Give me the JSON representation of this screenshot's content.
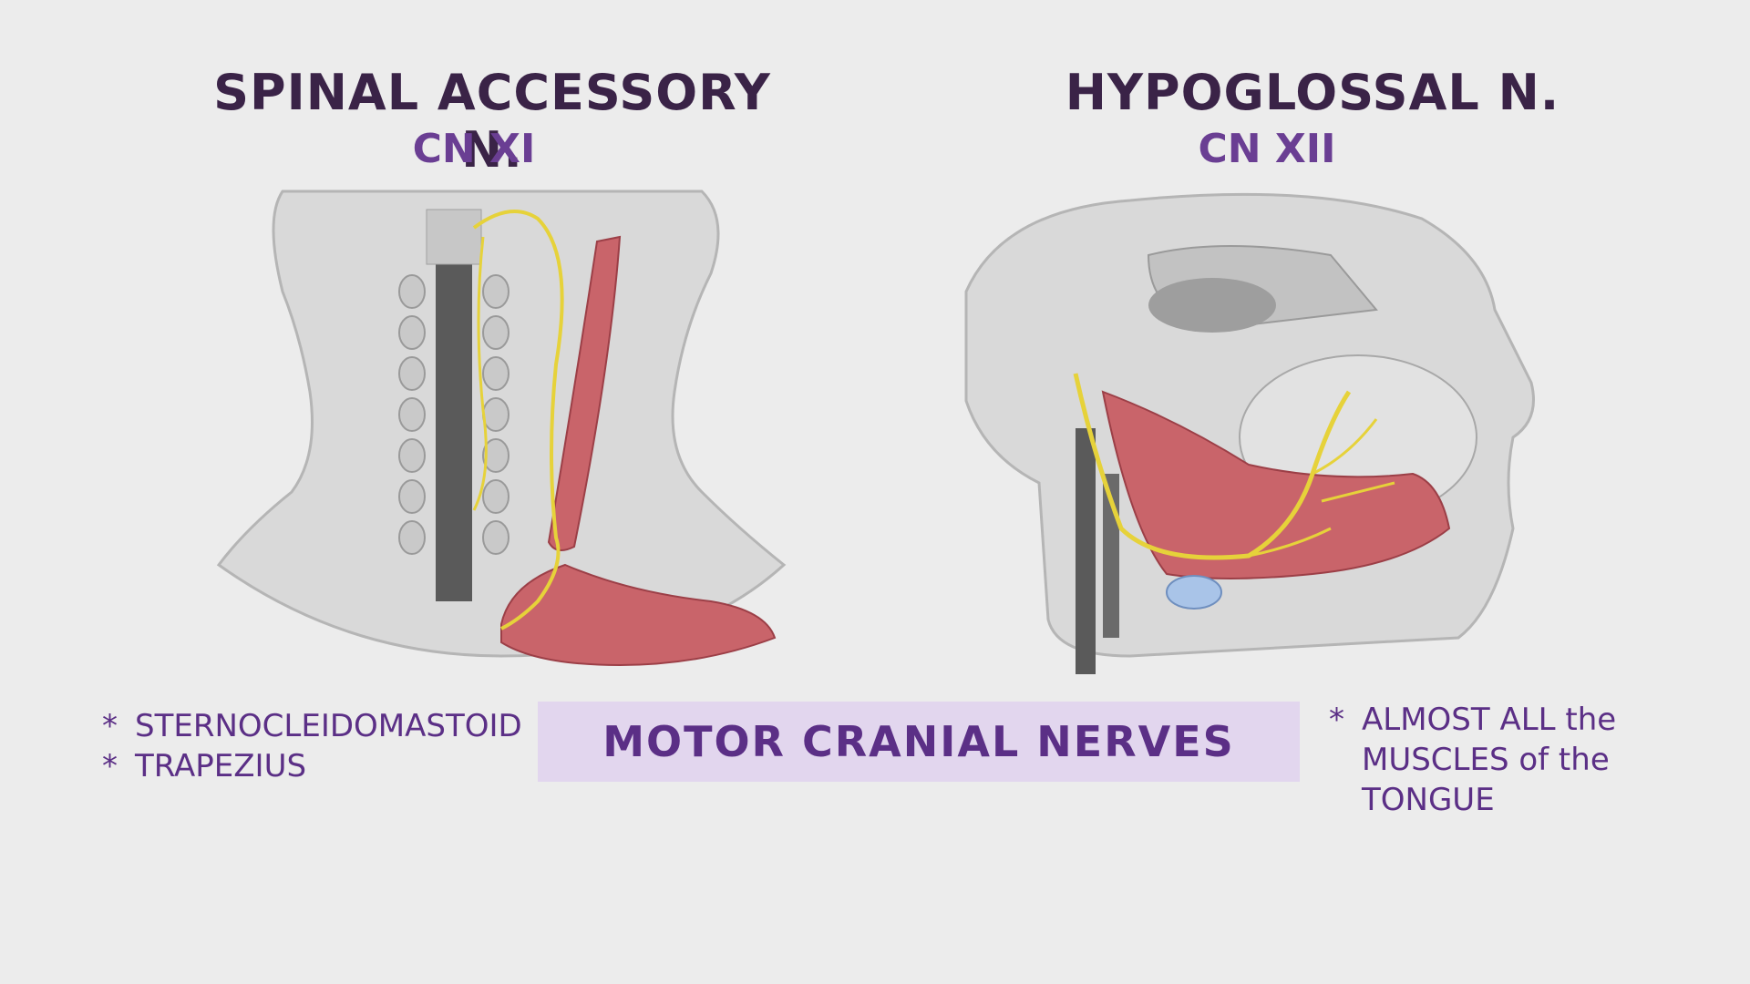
{
  "left_panel": {
    "title": "SPINAL ACCESSORY N.",
    "subtitle": "CN XI",
    "notes": [
      {
        "bullet": "*",
        "text": "STERNOCLEIDOMASTOID"
      },
      {
        "bullet": "*",
        "text": "TRAPEZIUS"
      }
    ]
  },
  "right_panel": {
    "title": "HYPOGLOSSAL N.",
    "subtitle": "CN XII",
    "notes": [
      {
        "bullet": "*",
        "text": "ALMOST ALL the\nMUSCLES of the\nTONGUE"
      }
    ]
  },
  "banner": {
    "label": "MOTOR CRANIAL NERVES"
  },
  "colors": {
    "background": "#ececec",
    "title": "#3a2347",
    "accent": "#6a3e93",
    "banner_bg": "#e2d6ee",
    "muscle": "#c9646a",
    "nerve": "#e6d23a"
  }
}
